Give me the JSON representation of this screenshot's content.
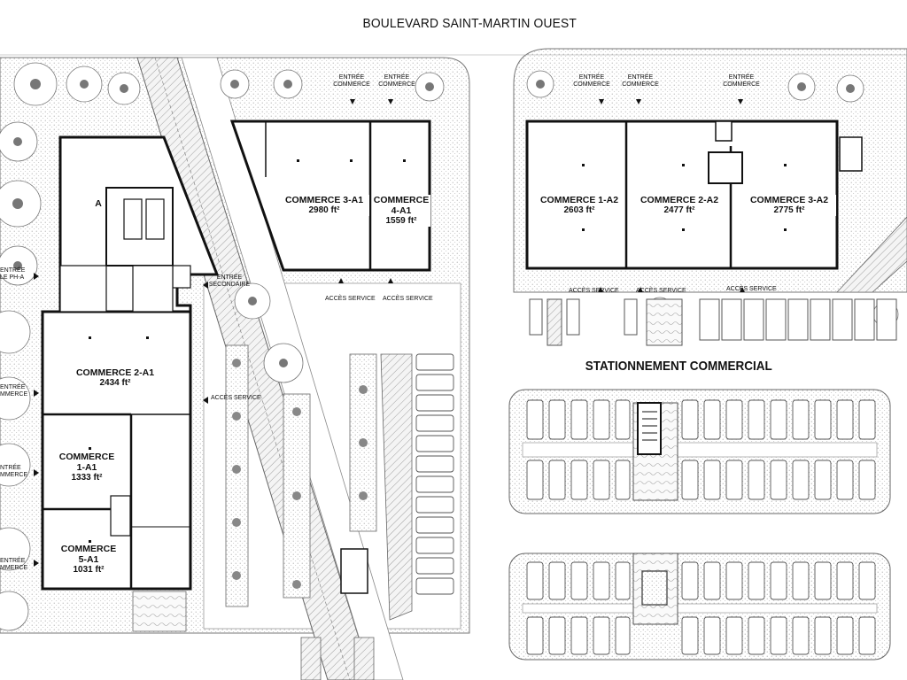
{
  "plan": {
    "street": "BOULEVARD SAINT-MARTIN OUEST",
    "parking_title": "STATIONNEMENT COMMERCIAL",
    "units": {
      "c3a1": {
        "name": "COMMERCE 3-A1",
        "area": "2980 ft²"
      },
      "c4a1": {
        "name_1": "COMMERCE",
        "name_2": "4-A1",
        "area": "1559 ft²"
      },
      "c1a2": {
        "name": "COMMERCE 1-A2",
        "area": "2603 ft²"
      },
      "c2a2": {
        "name": "COMMERCE 2-A2",
        "area": "2477 ft²"
      },
      "c3a2": {
        "name": "COMMERCE 3-A2",
        "area": "2775 ft²"
      },
      "c2a1": {
        "name": "COMMERCE 2-A1",
        "area": "2434 ft²"
      },
      "c1a1": {
        "name_1": "COMMERCE",
        "name_2": "1-A1",
        "area": "1333 ft²"
      },
      "c5a1": {
        "name_1": "COMMERCE",
        "name_2": "5-A1",
        "area": "1031 ft²"
      },
      "a1_partial": "A"
    },
    "labels": {
      "entree": "ENTRÉE",
      "commerce": "COMMERCE",
      "secondaire": "SECONDAIRE",
      "acces_service": "ACCÈS SERVICE",
      "entree_short": "ENTRÉE",
      "pha_fragment": "LE PH-A",
      "entree_left_fragment": "NTRÉE",
      "commerce_left_fragment": "MMERCE"
    }
  }
}
